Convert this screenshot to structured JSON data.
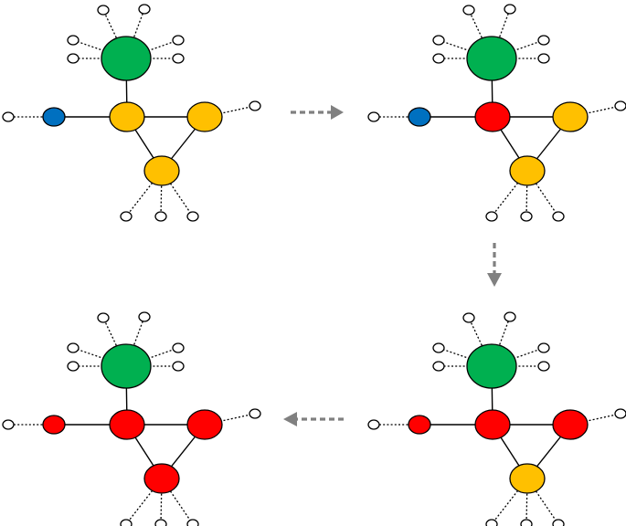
{
  "colors": {
    "green": "#00b050",
    "yellow": "#ffc000",
    "red": "#ff0000",
    "blue": "#0070c0",
    "empty": "#ffffff",
    "arrow": "#808080"
  },
  "panels": [
    {
      "id": "step-1",
      "nodes": {
        "hub": "green",
        "left": "blue",
        "center": "yellow",
        "right": "yellow",
        "bottom": "yellow"
      }
    },
    {
      "id": "step-2",
      "nodes": {
        "hub": "green",
        "left": "blue",
        "center": "red",
        "right": "yellow",
        "bottom": "yellow"
      }
    },
    {
      "id": "step-3",
      "nodes": {
        "hub": "green",
        "left": "red",
        "center": "red",
        "right": "red",
        "bottom": "yellow"
      }
    },
    {
      "id": "step-4",
      "nodes": {
        "hub": "green",
        "left": "red",
        "center": "red",
        "right": "red",
        "bottom": "red"
      }
    }
  ],
  "arrows": [
    {
      "from": "step-1",
      "to": "step-2",
      "direction": "right"
    },
    {
      "from": "step-2",
      "to": "step-3",
      "direction": "down"
    },
    {
      "from": "step-3",
      "to": "step-4",
      "direction": "left"
    }
  ]
}
